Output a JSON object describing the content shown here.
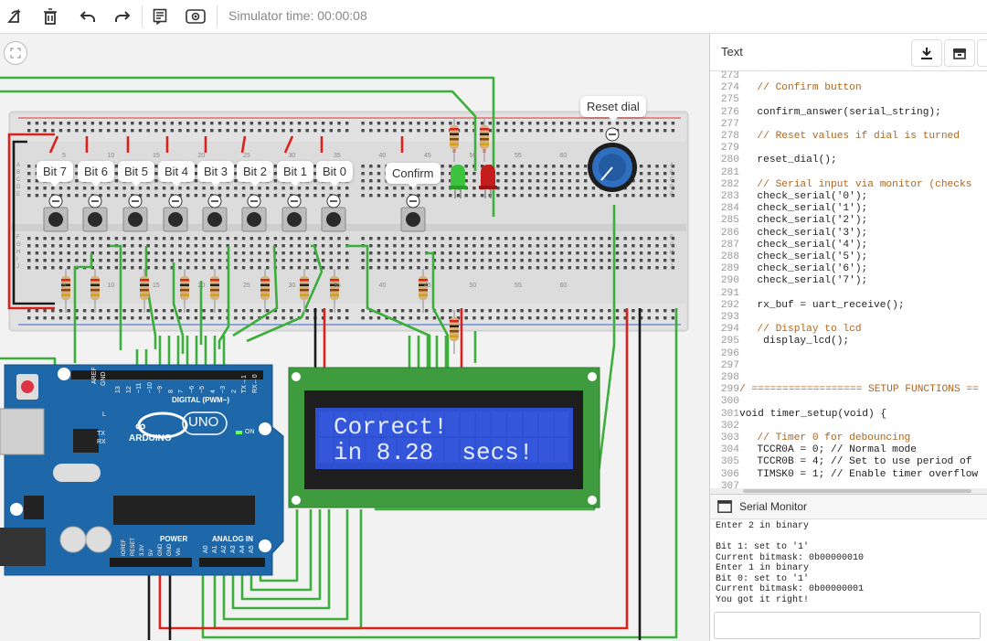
{
  "toolbar": {
    "sim_time": "Simulator time: 00:00:08"
  },
  "breadboard": {
    "buttons": [
      "Bit 7",
      "Bit 6",
      "Bit 5",
      "Bit 4",
      "Bit 3",
      "Bit 2",
      "Bit 1",
      "Bit 0"
    ],
    "confirm": "Confirm",
    "reset_dial": "Reset dial",
    "row_letters": [
      "A",
      "B",
      "C",
      "D",
      "E",
      "F",
      "G",
      "H",
      "I",
      "J"
    ],
    "column_numbers": [
      "5",
      "10",
      "15",
      "20",
      "25",
      "30",
      "35",
      "40",
      "45",
      "50",
      "55",
      "60"
    ]
  },
  "lcd": {
    "line1": "Correct!",
    "line2": "in 8.28  secs!"
  },
  "arduino": {
    "brand": "ARDUINO",
    "model": "UNO",
    "digital_label": "DIGITAL (PWM~)",
    "power_label": "POWER",
    "analog_label": "ANALOG IN",
    "aref": "AREF",
    "gnd": "GND",
    "led_l": "L",
    "led_tx": "TX",
    "led_rx": "RX",
    "led_on": "ON",
    "digital_pins": [
      "13",
      "12",
      "~11",
      "~10",
      "~9",
      "8",
      "7",
      "~6",
      "~5",
      "4",
      "~3",
      "2",
      "TX→1",
      "RX←0"
    ],
    "power_pins": [
      "IOREF",
      "RESET",
      "3.3V",
      "5V",
      "GND",
      "GND",
      "Vin"
    ],
    "analog_pins": [
      "A0",
      "A1",
      "A2",
      "A3",
      "A4",
      "A5"
    ]
  },
  "code_panel": {
    "mode": "Text",
    "lines": [
      {
        "n": "273",
        "t": ""
      },
      {
        "n": "274",
        "t": "  // Confirm button"
      },
      {
        "n": "275",
        "t": ""
      },
      {
        "n": "276",
        "t": "  confirm_answer(serial_string);"
      },
      {
        "n": "277",
        "t": ""
      },
      {
        "n": "278",
        "t": "  // Reset values if dial is turned"
      },
      {
        "n": "279",
        "t": ""
      },
      {
        "n": "280",
        "t": "  reset_dial();"
      },
      {
        "n": "281",
        "t": ""
      },
      {
        "n": "282",
        "t": "  // Serial input via monitor (checks"
      },
      {
        "n": "283",
        "t": "  check_serial('0');"
      },
      {
        "n": "284",
        "t": "  check_serial('1');"
      },
      {
        "n": "285",
        "t": "  check_serial('2');"
      },
      {
        "n": "286",
        "t": "  check_serial('3');"
      },
      {
        "n": "287",
        "t": "  check_serial('4');"
      },
      {
        "n": "288",
        "t": "  check_serial('5');"
      },
      {
        "n": "289",
        "t": "  check_serial('6');"
      },
      {
        "n": "290",
        "t": "  check_serial('7');"
      },
      {
        "n": "291",
        "t": ""
      },
      {
        "n": "292",
        "t": "  rx_buf = uart_receive();"
      },
      {
        "n": "293",
        "t": ""
      },
      {
        "n": "294",
        "t": "  // Display to lcd"
      },
      {
        "n": "295",
        "t": "   display_lcd();"
      },
      {
        "n": "296",
        "t": ""
      },
      {
        "n": "297",
        "t": ""
      },
      {
        "n": "298",
        "t": ""
      },
      {
        "n": "299",
        "t": "/ ================== SETUP FUNCTIONS =="
      },
      {
        "n": "300",
        "t": ""
      },
      {
        "n": "301",
        "t": "void timer_setup(void) {"
      },
      {
        "n": "302",
        "t": ""
      },
      {
        "n": "303",
        "t": "  // Timer 0 for debouncing"
      },
      {
        "n": "304",
        "t": "  TCCR0A = 0; // Normal mode"
      },
      {
        "n": "305",
        "t": "  TCCR0B = 4; // Set to use period of"
      },
      {
        "n": "306",
        "t": "  TIMSK0 = 1; // Enable timer overflow"
      },
      {
        "n": "307",
        "t": ""
      }
    ]
  },
  "serial_monitor": {
    "title": "Serial Monitor",
    "lines": [
      "Enter 2 in binary",
      "",
      "Bit 1: set to '1'",
      "Current bitmask: 0b00000010",
      "Enter 1 in binary",
      "Bit 0: set to '1'",
      "Current bitmask: 0b00000001",
      "You got it right!"
    ]
  },
  "colors": {
    "wire_green": "#3cae3c",
    "wire_red": "#d9221c",
    "arduino_blue": "#1e67a8",
    "lcd_blue": "#2e4fd0",
    "pcb_green": "#3e9b3e"
  }
}
